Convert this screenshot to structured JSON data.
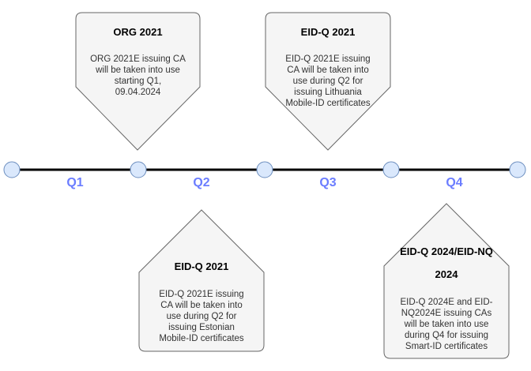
{
  "colors": {
    "callout_fill": "#f5f5f5",
    "callout_stroke": "#666666",
    "milestone_fill": "#dae8fc",
    "milestone_stroke": "#6c8ebf",
    "quarter_label": "#6b7dff",
    "timeline": "#000000"
  },
  "timeline": {
    "quarters": [
      "Q1",
      "Q2",
      "Q3",
      "Q4"
    ]
  },
  "callouts": [
    {
      "id": "org-2021",
      "title_lines": [
        "ORG 2021"
      ],
      "body_lines": [
        "ORG 2021E issuing CA",
        "will be taken into use",
        "starting Q1,",
        "09.04.2024"
      ]
    },
    {
      "id": "eidq-2021-lithuania",
      "title_lines": [
        "EID-Q 2021"
      ],
      "body_lines": [
        "EID-Q 2021E issuing",
        "CA will be taken into",
        "use during Q2 for",
        "issuing Lithuania",
        "Mobile-ID certificates"
      ]
    },
    {
      "id": "eidq-2021-estonia",
      "title_lines": [
        "EID-Q 2021"
      ],
      "body_lines": [
        "EID-Q 2021E issuing",
        "CA will be taken into",
        "use during Q2 for",
        "issuing Estonian",
        "Mobile-ID certificates"
      ]
    },
    {
      "id": "eidq-2024-eidnq",
      "title_lines": [
        "EID-Q 2024/EID-NQ",
        "2024"
      ],
      "body_lines": [
        "EID-Q 2024E and EID-",
        "NQ2024E issuing CAs",
        "will be taken into use",
        "during Q4 for issuing",
        "Smart-ID certificates"
      ]
    }
  ]
}
